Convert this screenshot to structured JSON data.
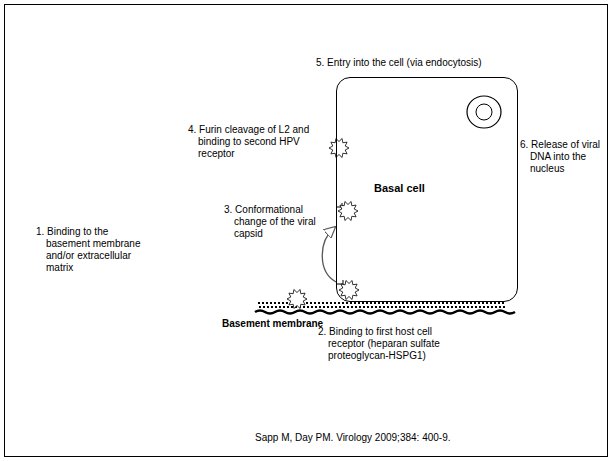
{
  "diagram": {
    "nodes": [
      {
        "text": [
          "Basal cell"
        ]
      }
    ],
    "labels": [
      "5. Entry into the cell (via endocytosis)",
      "4. Furin cleavage of L2 and binding to second HPV receptor",
      "3. Conformational change of the viral capsid",
      "1. Binding to the basement membrane and/or extracellular matrix",
      "6. Release of viral DNA into the nucleus",
      "Basement membrane",
      "2. Binding to first host cell receptor (heparan sulfate proteoglycan-HSPG1)",
      "Sapp M, Day PM. Virology 2009;384: 400-9."
    ]
  }
}
